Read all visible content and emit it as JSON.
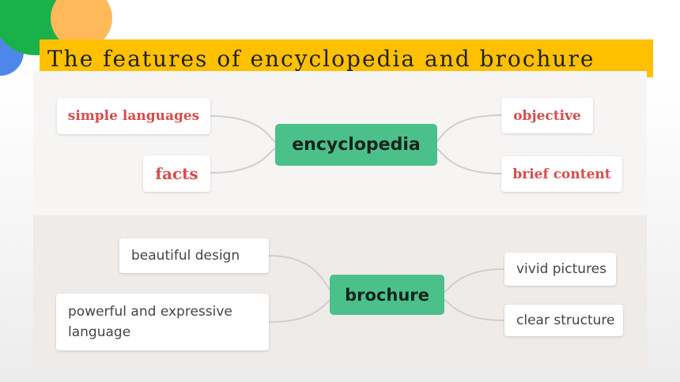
{
  "title": "The features of encyclopedia and brochure",
  "encyclopedia": {
    "center": "encyclopedia",
    "left": [
      "simple languages",
      "facts"
    ],
    "right": [
      "objective",
      "brief content"
    ]
  },
  "brochure": {
    "center": "brochure",
    "left": [
      "beautiful design",
      "powerful and expressive language"
    ],
    "right": [
      "vivid pictures",
      "clear structure"
    ]
  },
  "colors": {
    "title_bar": "#ffc000",
    "center_node": "#4cc08a",
    "feature_text_red": "#d94b4b"
  }
}
